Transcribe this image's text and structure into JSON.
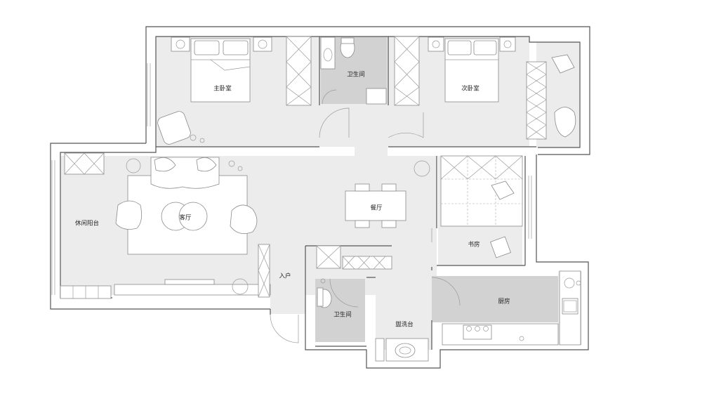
{
  "rooms": {
    "master_bedroom": "主卧室",
    "bathroom_top": "卫生间",
    "second_bedroom": "次卧室",
    "living_room": "客厅",
    "leisure_balcony": "休闲阳台",
    "dining_room": "餐厅",
    "study": "书房",
    "entrance": "入户",
    "bathroom_bottom": "卫生间",
    "wash_basin": "盥洗台",
    "kitchen": "厨房"
  },
  "colors": {
    "floor": "#ececec",
    "wet_floor": "#d2d2d2",
    "wall": "#555555",
    "furniture": "#ffffff"
  }
}
